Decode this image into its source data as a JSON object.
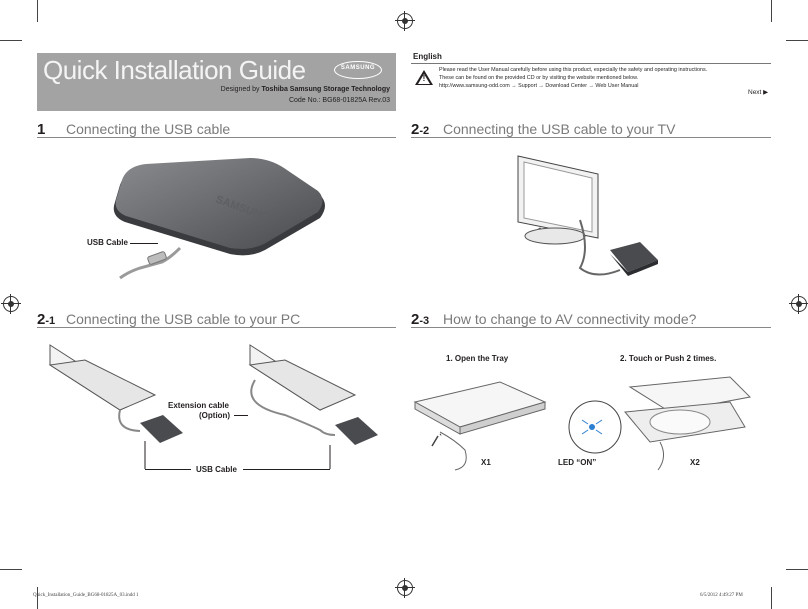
{
  "header": {
    "title": "Quick Installation Guide",
    "brand": "SAMSUNG",
    "designed_by_prefix": "Designed by",
    "designed_by_company": "Toshiba Samsung Storage Technology",
    "code_no": "Code No.: BG68-01825A Rev.03"
  },
  "notice": {
    "language": "English",
    "lines": [
      "Please read the User Manual carefully before using this product, especially the safety and operating instructions.",
      "These can be found on the provided CD or by visiting the website mentioned below.",
      "http://www.samsung-odd.com → Support → Download Center → Web User Manual"
    ],
    "next": "Next ▶"
  },
  "sections": {
    "s1": {
      "num": "1",
      "sub": "",
      "title": "Connecting the USB cable"
    },
    "s21": {
      "num": "2",
      "sub": "-1",
      "title": "Connecting the USB cable to your PC"
    },
    "s22": {
      "num": "2",
      "sub": "-2",
      "title": "Connecting the USB cable to your TV"
    },
    "s23": {
      "num": "2",
      "sub": "-3",
      "title": "How to change to AV connectivity mode?"
    }
  },
  "labels": {
    "usb_cable_1": "USB Cable",
    "extension_cable": "Extension cable",
    "option": "(Option)",
    "usb_cable_2": "USB Cable",
    "open_tray": "1. Open the Tray",
    "touch_push": "2. Touch or Push 2 times.",
    "x1": "X1",
    "led_on": "LED “ON”",
    "x2": "X2",
    "drive_brand": "SAMSUNG"
  },
  "footer": {
    "file": "Quick_Installation_Guide_BG68-01825A_03.indd   1",
    "timestamp": "6/5/2012   4:49:27 PM"
  }
}
